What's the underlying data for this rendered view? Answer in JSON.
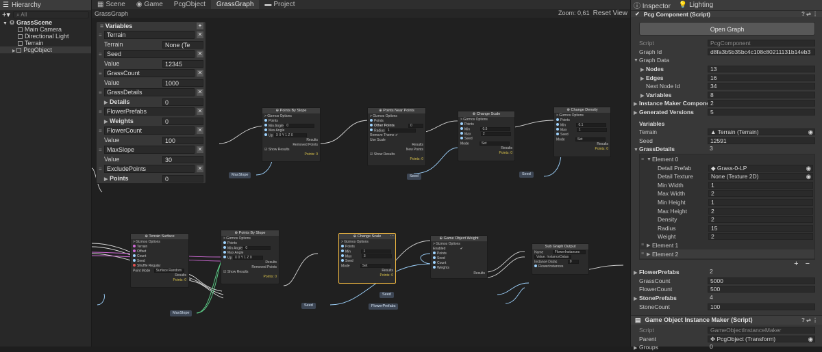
{
  "hierarchy": {
    "tab_label": "Hierarchy",
    "search_placeholder": "All",
    "scene": "GrassScene",
    "items": [
      "Main Camera",
      "Directional Light",
      "Terrain",
      "PcgObject"
    ]
  },
  "tabs": [
    "Scene",
    "Game",
    "PcgObject",
    "GrassGraph",
    "Project"
  ],
  "graph": {
    "title": "GrassGraph",
    "zoom": "Zoom: 0,61",
    "reset_view": "Reset View"
  },
  "variables_panel": {
    "title": "Variables",
    "add": "+",
    "rows": [
      {
        "name": "Terrain",
        "value_label": "Terrain",
        "value": "None (Te"
      },
      {
        "name": "Seed",
        "value_label": "Value",
        "value": "12345"
      },
      {
        "name": "GrassCount",
        "value_label": "Value",
        "value": "1000"
      },
      {
        "name": "GrassDetails",
        "value_label": "Details",
        "value": "0"
      },
      {
        "name": "FlowerPrefabs",
        "value_label": "Weights",
        "value": "0"
      },
      {
        "name": "FlowerCount",
        "value_label": "Value",
        "value": "100"
      },
      {
        "name": "MaxSlope",
        "value_label": "Value",
        "value": "30"
      },
      {
        "name": "ExcludePoints",
        "value_label": "Points",
        "value": "0"
      }
    ]
  },
  "nodes": {
    "pbs1": {
      "title": "Points By Slope",
      "gizmos": "> Gizmos Options",
      "points": "Points",
      "min_angle": "Min Angle",
      "min_val": "0",
      "max_angle": "Max Angle",
      "up": "Up",
      "up_val": "X 0 Y 1 Z 0",
      "results": "Results",
      "removed": "Removed Points",
      "show": "Show Results",
      "count": "Points: 0"
    },
    "pnp": {
      "title": "Points Near Points",
      "gizmos": "> Gizmos Options",
      "points": "Points",
      "other": "Other Points",
      "other_val": "0",
      "radius": "Radius",
      "radius_val": "1",
      "remove_theme": "Remove Theme",
      "use_scale": "Use Scale",
      "results": "Results",
      "new_points": "New Points",
      "show": "Show Results",
      "count": "Points: 0"
    },
    "cs1": {
      "title": "Change Scale",
      "gizmos": "> Gizmos Options",
      "points": "Points",
      "min": "Min",
      "min_val": "0.5",
      "max": "Max",
      "max_val": "2",
      "seed": "Seed",
      "mode": "Mode",
      "mode_val": "Set",
      "results": "Results",
      "count": "Points: 0"
    },
    "cd": {
      "title": "Change Density",
      "gizmos": "> Gizmos Options",
      "points": "Points",
      "min": "Min",
      "min_val": "0.1",
      "max": "Max",
      "max_val": "1",
      "seed": "Seed",
      "mode": "Mode",
      "mode_val": "Set",
      "results": "Results",
      "count": "Points: 0"
    },
    "ts": {
      "title": "Terrain Surface",
      "gizmos": "> Gizmos Options",
      "terrain": "Terrain",
      "offset": "Offset",
      "count_in": "Count",
      "seed": "Seed",
      "shuffle": "Shuffle Regular",
      "point_mode": "Point Mode",
      "point_mode_val": "Surface Random",
      "results": "Results",
      "count": "Points: 0"
    },
    "pbs2": {
      "title": "Points By Slope",
      "gizmos": "> Gizmos Options",
      "points": "Points",
      "min_angle": "Min Angle",
      "min_val": "0",
      "max_angle": "Max Angle",
      "up": "Up",
      "up_val": "X 0 Y 1 Z 0",
      "results": "Results",
      "removed": "Removed Points",
      "show": "Show Results",
      "count": "Points: 0"
    },
    "cs2": {
      "title": "Change Scale",
      "gizmos": "> Gizmos Options",
      "points": "Points",
      "min": "Min",
      "min_val": "1",
      "max": "Max",
      "max_val": "3",
      "seed": "Seed",
      "mode": "Mode",
      "mode_val": "Set",
      "results": "Results",
      "count": "Points: 0"
    },
    "gow": {
      "title": "Game Object Weight",
      "gizmos": "> Gizmos Options",
      "enabled": "Enabled",
      "points": "Points",
      "seed": "Seed",
      "count_in": "Count",
      "weights": "Weights",
      "results": "Results"
    },
    "sgo": {
      "title": "Sub Graph Output",
      "name": "Name",
      "name_val": "FlowerInstances",
      "value": "Value: InstanceDatas",
      "instance": "Instance Datas",
      "instance_val": "0",
      "flower": "FlowerInstances"
    }
  },
  "pills": {
    "maxslope1": "MaxSlope",
    "seed1": "Seed",
    "seed2": "Seed",
    "maxslope2": "MaxSlope",
    "seed3": "Seed",
    "seed4": "Seed",
    "flowerprefabs": "FlowerPrefabs"
  },
  "inspector": {
    "tab_inspector": "Inspector",
    "tab_lighting": "Lighting",
    "component_title": "Pcg Component (Script)",
    "open_graph": "Open Graph",
    "script_label": "Script",
    "script_val": "PcgComponent",
    "graph_id_label": "Graph Id",
    "graph_id_val": "d8fa3b5b35bc4c108c80211131b14eb3",
    "graph_data": "Graph Data",
    "nodes_label": "Nodes",
    "nodes_val": "13",
    "edges_label": "Edges",
    "edges_val": "16",
    "next_node_label": "Next Node Id",
    "next_node_val": "34",
    "variables_label": "Variables",
    "variables_val": "8",
    "imc_label": "Instance Maker Components",
    "imc_val": "2",
    "gv_label": "Generated Versions",
    "gv_val": "5",
    "vars_header": "Variables",
    "terrain_label": "Terrain",
    "terrain_val": "Terrain (Terrain)",
    "seed_label": "Seed",
    "seed_val": "12591",
    "grassdetails_label": "GrassDetails",
    "grassdetails_val": "3",
    "element0": "Element 0",
    "detail_prefab_label": "Detail Prefab",
    "detail_prefab_val": "Grass-0-LP",
    "detail_texture_label": "Detail Texture",
    "detail_texture_val": "None (Texture 2D)",
    "min_width_label": "Min Width",
    "min_width_val": "1",
    "max_width_label": "Max Width",
    "max_width_val": "2",
    "min_height_label": "Min Height",
    "min_height_val": "1",
    "max_height_label": "Max Height",
    "max_height_val": "2",
    "density_label": "Density",
    "density_val": "2",
    "radius_label": "Radius",
    "radius_val": "15",
    "weight_label": "Weight",
    "weight_val": "2",
    "element1": "Element 1",
    "element2": "Element 2",
    "flowerprefabs_label": "FlowerPrefabs",
    "flowerprefabs_val": "2",
    "grasscount_label": "GrassCount",
    "grasscount_val": "5000",
    "flowercount_label": "FlowerCount",
    "flowercount_val": "500",
    "stoneprefabs_label": "StonePrefabs",
    "stoneprefabs_val": "4",
    "stonecount_label": "StoneCount",
    "stonecount_val": "100",
    "gom_title": "Game Object Instance Maker (Script)",
    "gom_script_label": "Script",
    "gom_script_val": "GameObjectInstanceMaker",
    "parent_label": "Parent",
    "parent_val": "PcgObject (Transform)",
    "groups_label": "Groups",
    "groups_val": "0"
  }
}
